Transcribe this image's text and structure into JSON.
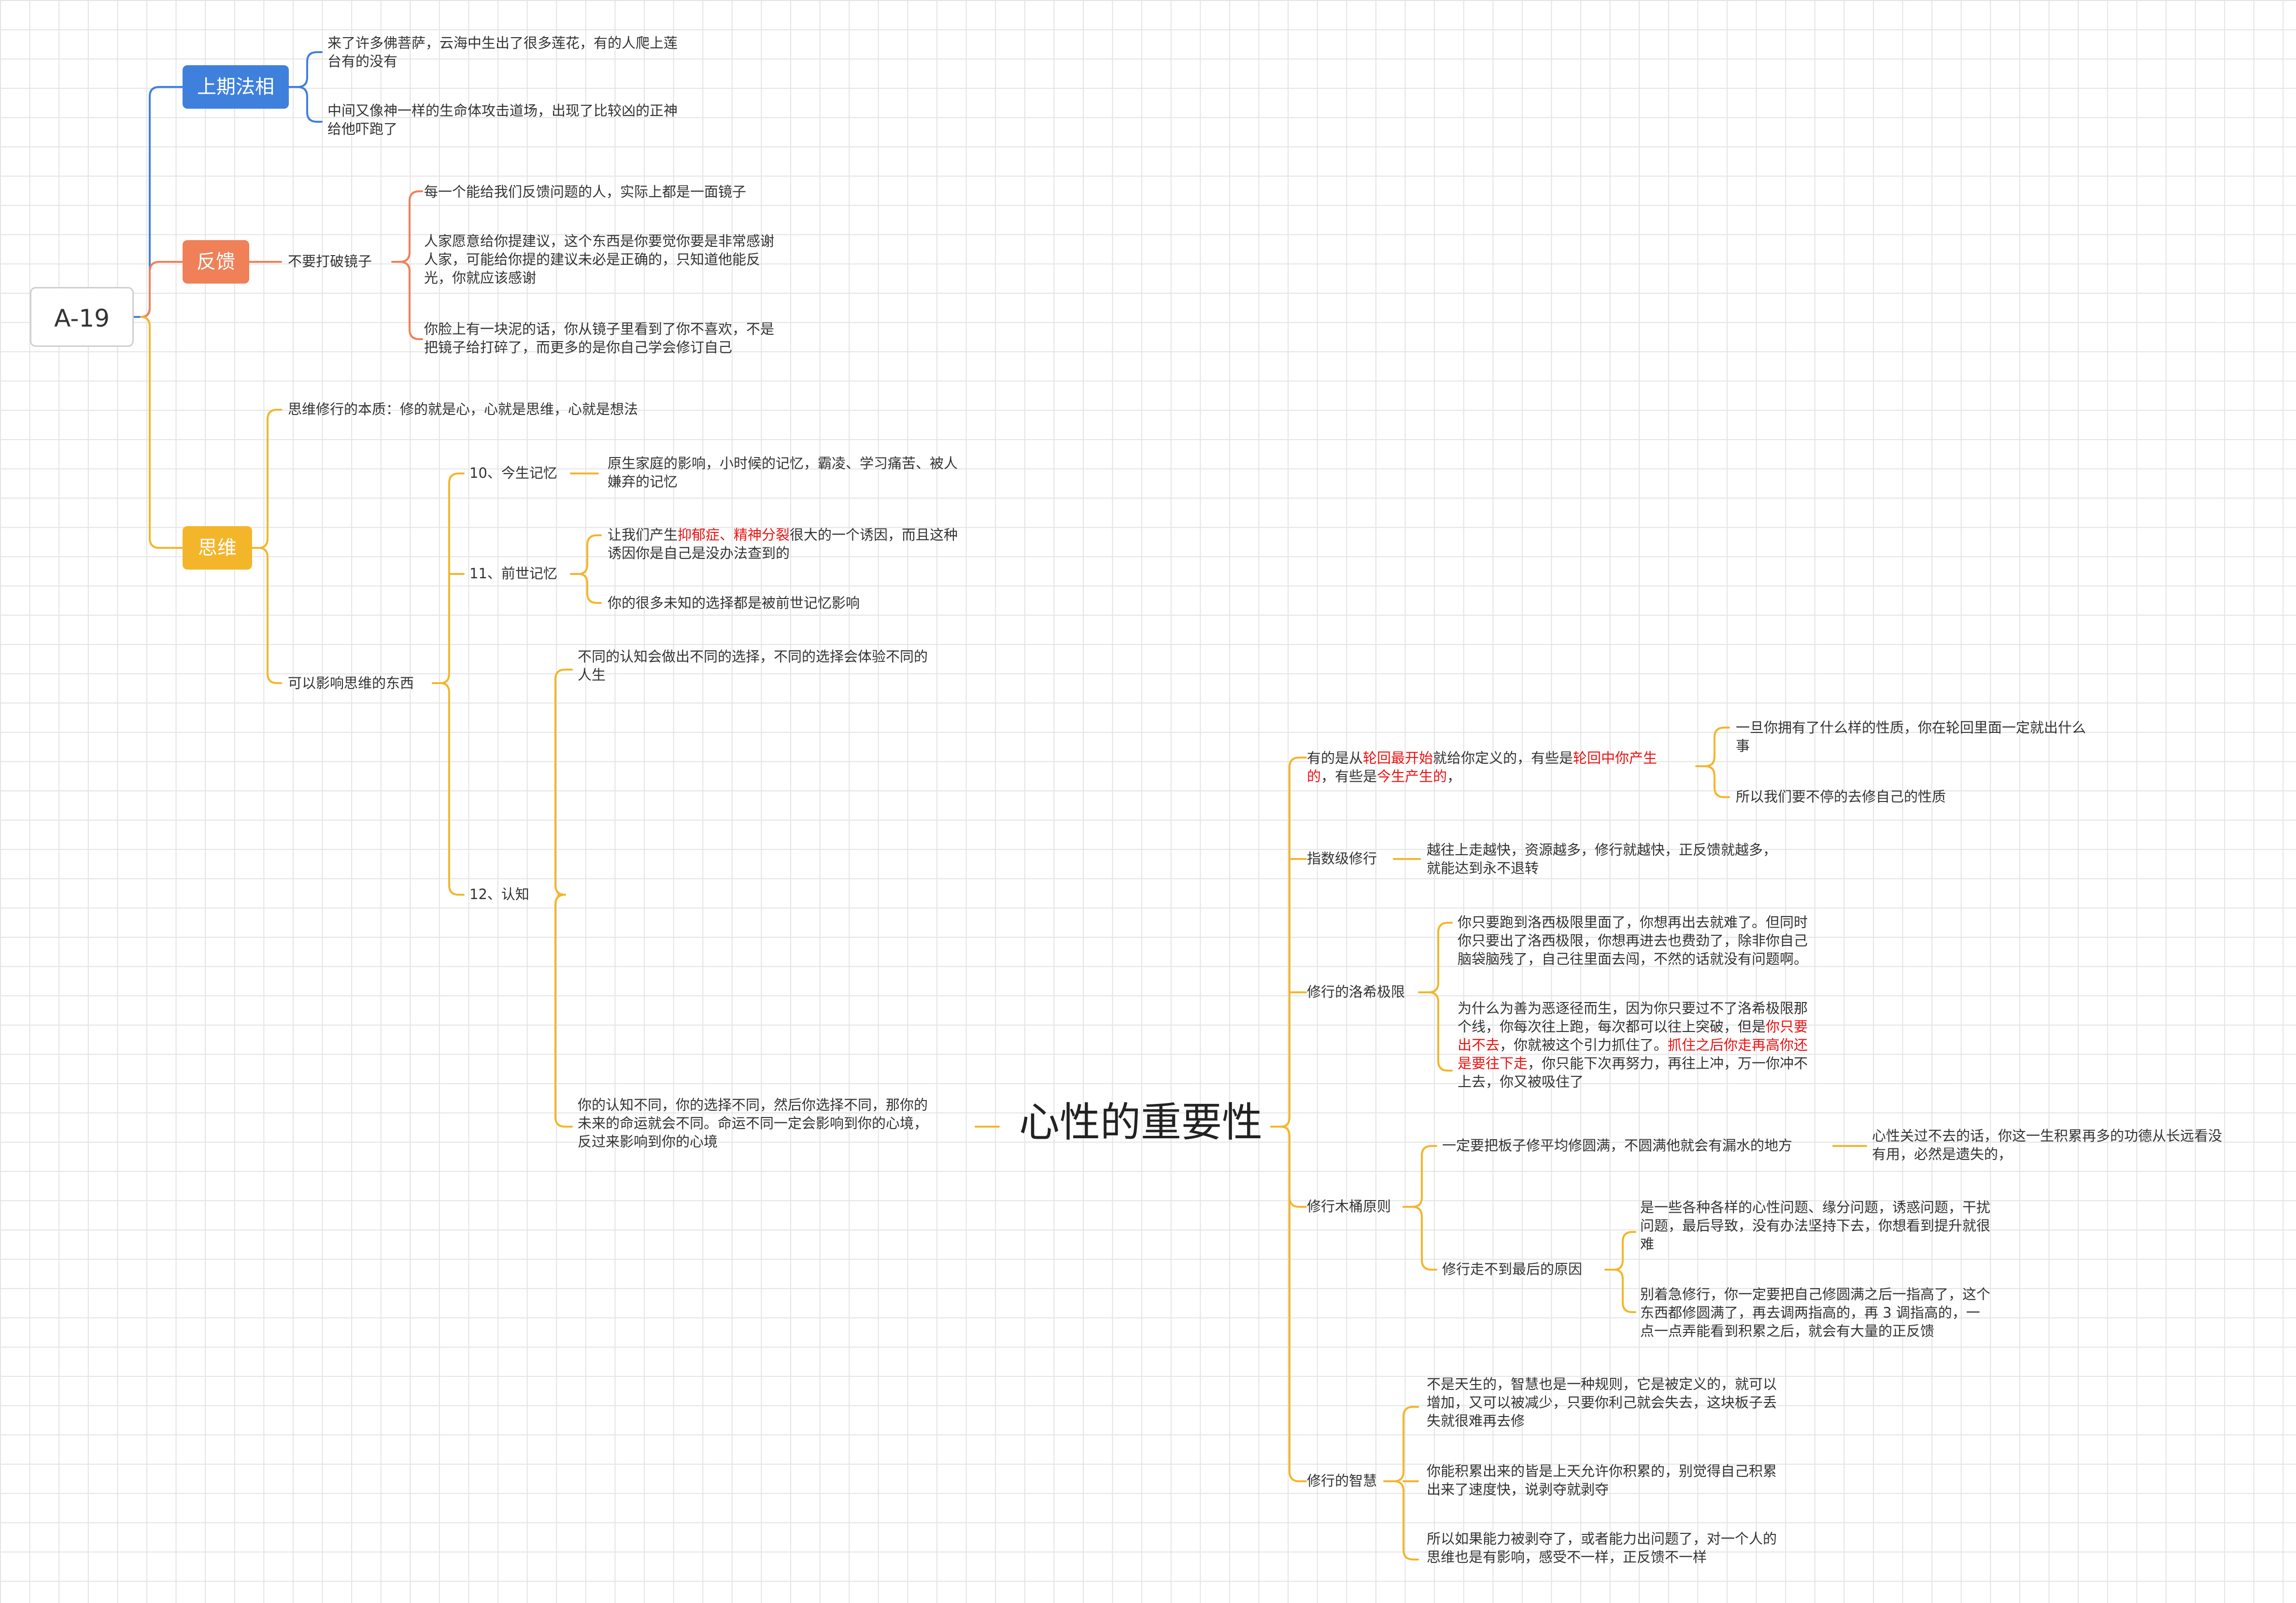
{
  "colors": {
    "blue": "#3f80dd",
    "salmon": "#ef8058",
    "amber": "#f3b62b",
    "highlight": "#ee1111"
  },
  "root": {
    "label": "A-19"
  },
  "center": {
    "label": "心性的重要性"
  },
  "b1": {
    "label": "上期法相",
    "items": [
      "来了许多佛菩萨，云海中生出了很多莲花，有的人爬上莲\n台有的没有",
      "中间又像神一样的生命体攻击道场，出现了比较凶的正神\n给他吓跑了"
    ]
  },
  "b2": {
    "label": "反馈",
    "sub": "不要打破镜子",
    "items": [
      "每一个能给我们反馈问题的人，实际上都是一面镜子",
      "人家愿意给你提建议，这个东西是你要觉你要是非常感谢\n人家，可能给你提的建议未必是正确的，只知道他能反\n光，你就应该感谢",
      "你脸上有一块泥的话，你从镜子里看到了你不喜欢，不是\n把镜子给打碎了，而更多的是你自己学会修订自己"
    ]
  },
  "b3": {
    "label": "思维",
    "essence": "思维修行的本质：修的就是心，心就是思维，心就是想法",
    "influence": "可以影响思维的东西",
    "n10": {
      "label": "10、今生记忆",
      "text": "原生家庭的影响，小时候的记忆，霸凌、学习痛苦、被人\n嫌弃的记忆"
    },
    "n11": {
      "label": "11、前世记忆",
      "t1a": "让我们产生",
      "t1b": "抑郁症、精神分裂",
      "t1c": "很大的一个诱因，而且这种\n诱因你是自己是没办法查到的",
      "t2": "你的很多未知的选择都是被前世记忆影响"
    },
    "n12": {
      "label": "12、认知",
      "t1": "不同的认知会做出不同的选择，不同的选择会体验不同的\n人生",
      "t2": "你的认知不同，你的选择不同，然后你选择不同，那你的\n未来的命运就会不同。命运不同一定会影响到你的心境，\n反过来影响到你的心境"
    }
  },
  "right": {
    "r1": {
      "p1": "有的是从",
      "p2": "轮回最开始",
      "p3": "就给你定义的，有些是",
      "p4": "轮回中你产生\n的",
      "p5": "，有些是",
      "p6": "今生产生的",
      "p7": "，",
      "c1": "一旦你拥有了什么样的性质，你在轮回里面一定就出什么\n事",
      "c2": "所以我们要不停的去修自己的性质"
    },
    "r2": {
      "label": "指数级修行",
      "text": "越往上走越快，资源越多，修行就越快，正反馈就越多，\n就能达到永不退转"
    },
    "r3": {
      "label": "修行的洛希极限",
      "t1": "你只要跑到洛西极限里面了，你想再出去就难了。但同时\n你只要出了洛西极限，你想再进去也费劲了，除非你自己\n脑袋脑残了，自己往里面去闯，不然的话就没有问题啊。",
      "t2a": "为什么为善为恶逐径而生，因为你只要过不了洛希极限那\n个线，你每次往上跑，每次都可以往上突破，但是",
      "t2b": "你只要\n出不去",
      "t2c": "，你就被这个引力抓住了。",
      "t2d": "抓住之后你走再高你还\n是要往下走",
      "t2e": "，你只能下次再努力，再往上冲，万一你冲不\n上去，你又被吸住了"
    },
    "r4": {
      "label": "修行木桶原则",
      "s1": "一定要把板子修平均修圆满，不圆满他就会有漏水的地方",
      "s1c": "心性关过不去的话，你这一生积累再多的功德从长远看没\n有用，必然是遗失的，",
      "s2": "修行走不到最后的原因",
      "s2c1": "是一些各种各样的心性问题、缘分问题，诱惑问题，干扰\n问题，最后导致，没有办法坚持下去，你想看到提升就很\n难",
      "s2c2": "别着急修行，你一定要把自己修圆满之后一指高了，这个\n东西都修圆满了，再去调两指高的，再 3 调指高的，一\n点一点弄能看到积累之后，就会有大量的正反馈"
    },
    "r5": {
      "label": "修行的智慧",
      "t1": "不是天生的，智慧也是一种规则，它是被定义的，就可以\n增加，又可以被减少，只要你利己就会失去，这块板子丢\n失就很难再去修",
      "t2": "你能积累出来的皆是上天允许你积累的，别觉得自己积累\n出来了速度快，说剥夺就剥夺",
      "t3": "所以如果能力被剥夺了，或者能力出问题了，对一个人的\n思维也是有影响，感受不一样，正反馈不一样"
    }
  }
}
